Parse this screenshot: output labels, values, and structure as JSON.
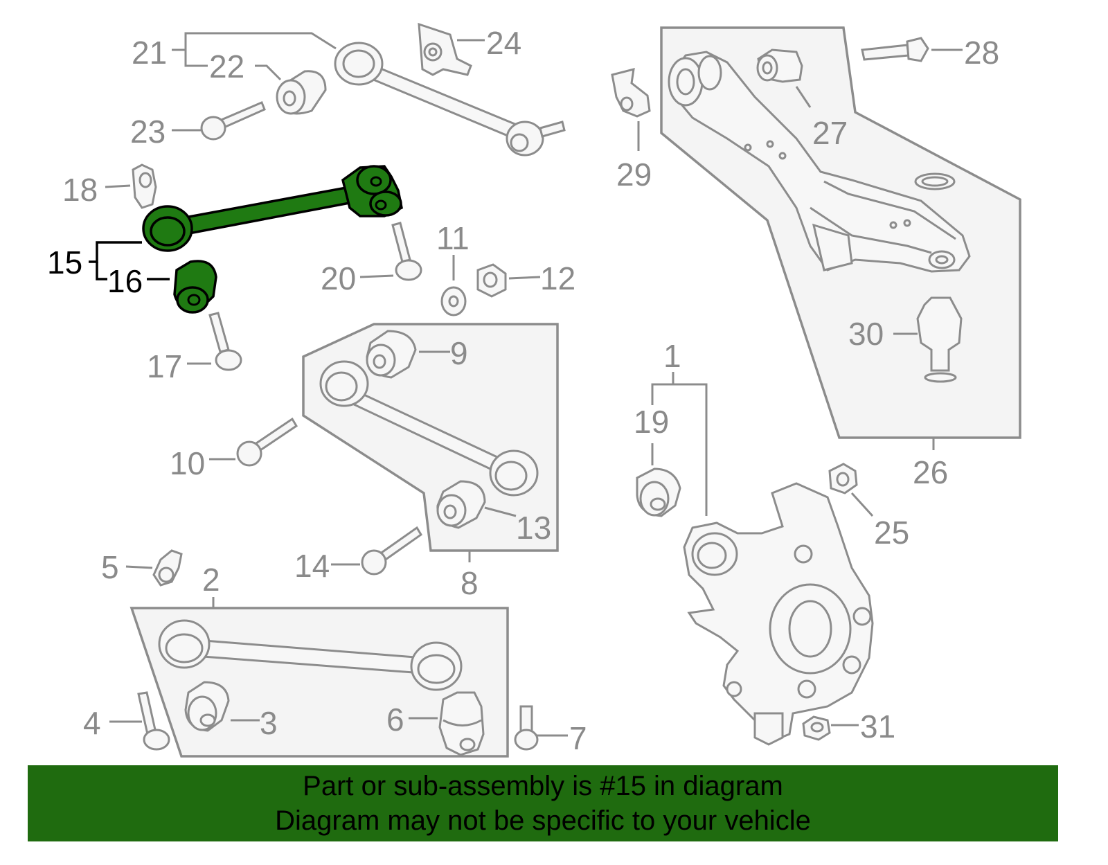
{
  "diagram": {
    "labels": {
      "l1": "1",
      "l2": "2",
      "l3": "3",
      "l4": "4",
      "l5": "5",
      "l6": "6",
      "l7": "7",
      "l8": "8",
      "l9": "9",
      "l10": "10",
      "l11": "11",
      "l12": "12",
      "l13": "13",
      "l14": "14",
      "l15": "15",
      "l16": "16",
      "l17": "17",
      "l18": "18",
      "l19": "19",
      "l20": "20",
      "l21": "21",
      "l22": "22",
      "l23": "23",
      "l24": "24",
      "l25": "25",
      "l26": "26",
      "l27": "27",
      "l28": "28",
      "l29": "29",
      "l30": "30",
      "l31": "31"
    },
    "highlighted_parts": [
      "15",
      "16"
    ],
    "colors": {
      "highlight_fill": "#1f7a12",
      "line_gray": "#8c8c8c",
      "banner_bg": "#1f6b0f"
    }
  },
  "banner": {
    "line1": "Part or sub-assembly is #15 in diagram",
    "line2": "Diagram may not be specific to your vehicle"
  }
}
